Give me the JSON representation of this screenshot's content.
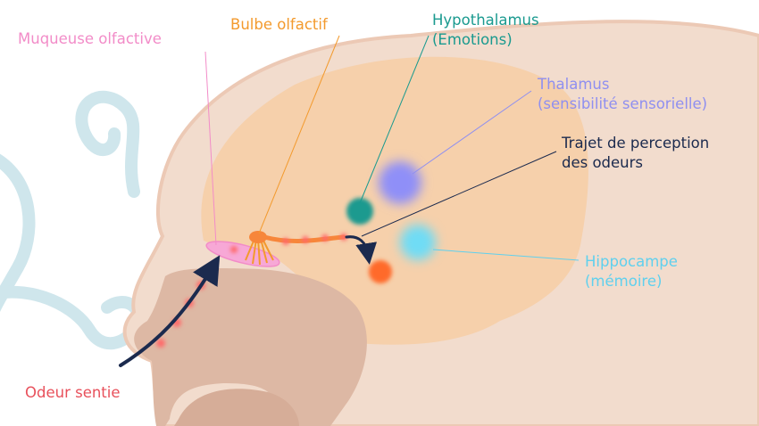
{
  "labels": {
    "muqueuse": {
      "text": "Muqueuse olfactive",
      "color": "#f28cc8"
    },
    "bulbe": {
      "text": "Bulbe olfactif",
      "color": "#f39a2d"
    },
    "hypothalamus": {
      "line1": "Hypothalamus",
      "line2": "(Emotions)",
      "color": "#1a9a8f"
    },
    "thalamus": {
      "line1": "Thalamus",
      "line2": "(sensibilité sensorielle)",
      "color": "#8f8ff0"
    },
    "trajet": {
      "line1": "Trajet de perception",
      "line2": "des odeurs",
      "color": "#1b2a4e"
    },
    "hippocampe": {
      "line1": "Hippocampe",
      "line2": "(mémoire)",
      "color": "#5fd0ee"
    },
    "odeur": {
      "text": "Odeur sentie",
      "color": "#e8505b"
    }
  },
  "palette": {
    "head": "#f2dccd",
    "brain": "#f6d0ab",
    "cavity": "#ddb8a4",
    "outline": "#ecc9b5",
    "air": "#cfe6ec",
    "pathway": "#f7863a",
    "dots": "#ff6a6a",
    "thalamus_spot": "#8f8ff8",
    "hypothalamus_spot": "#1a9a8f",
    "hippocampe_spot": "#6fdcf5",
    "amygdale_spot": "#ff6a2a"
  }
}
